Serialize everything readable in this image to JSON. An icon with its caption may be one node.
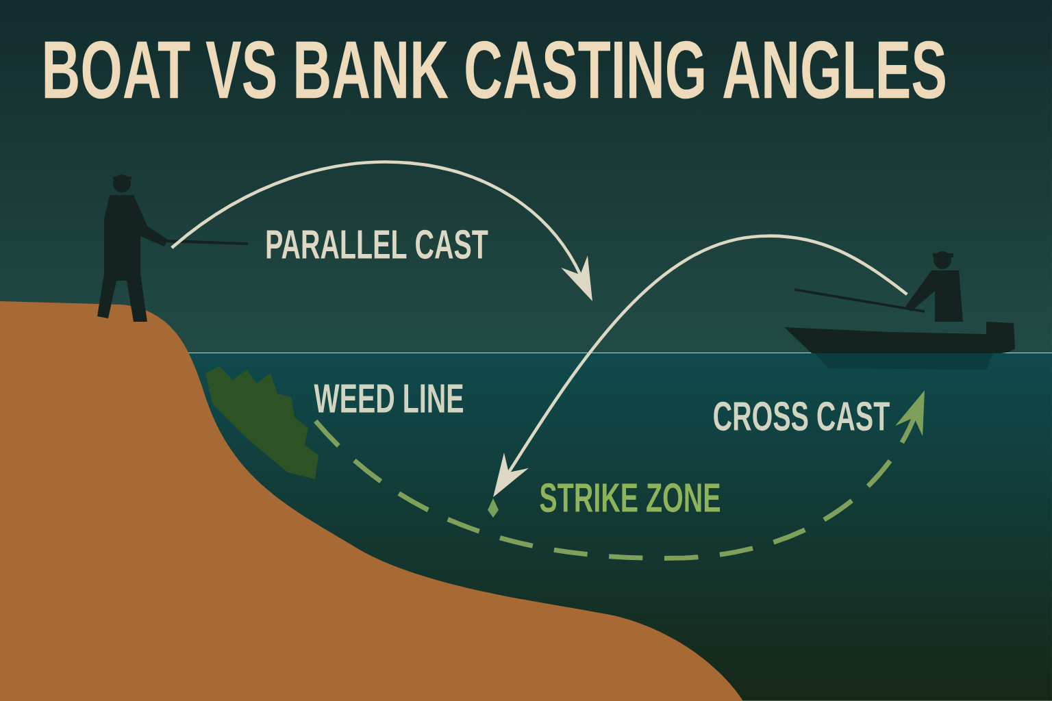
{
  "diagram": {
    "title": "BOAT VS BANK CASTING ANGLES",
    "nodes": [
      {
        "text": [],
        "shape": "person"
      },
      {
        "text": [],
        "shape": "person"
      },
      {
        "text": [],
        "shape": "picture"
      },
      {
        "text": [],
        "shape": "picture"
      }
    ],
    "edges": [
      {
        "from": 0,
        "to": null,
        "arrow": "to"
      },
      {
        "from": 1,
        "to": 3,
        "arrow": "to"
      },
      {
        "from": 2,
        "to": null,
        "arrow": "to",
        "style": "dashed",
        "color": "#7fa05a"
      }
    ],
    "labels": [
      "PARALLEL CAST",
      "WEED LINE",
      "CROSS CAST",
      "STRIKE ZONE"
    ]
  }
}
